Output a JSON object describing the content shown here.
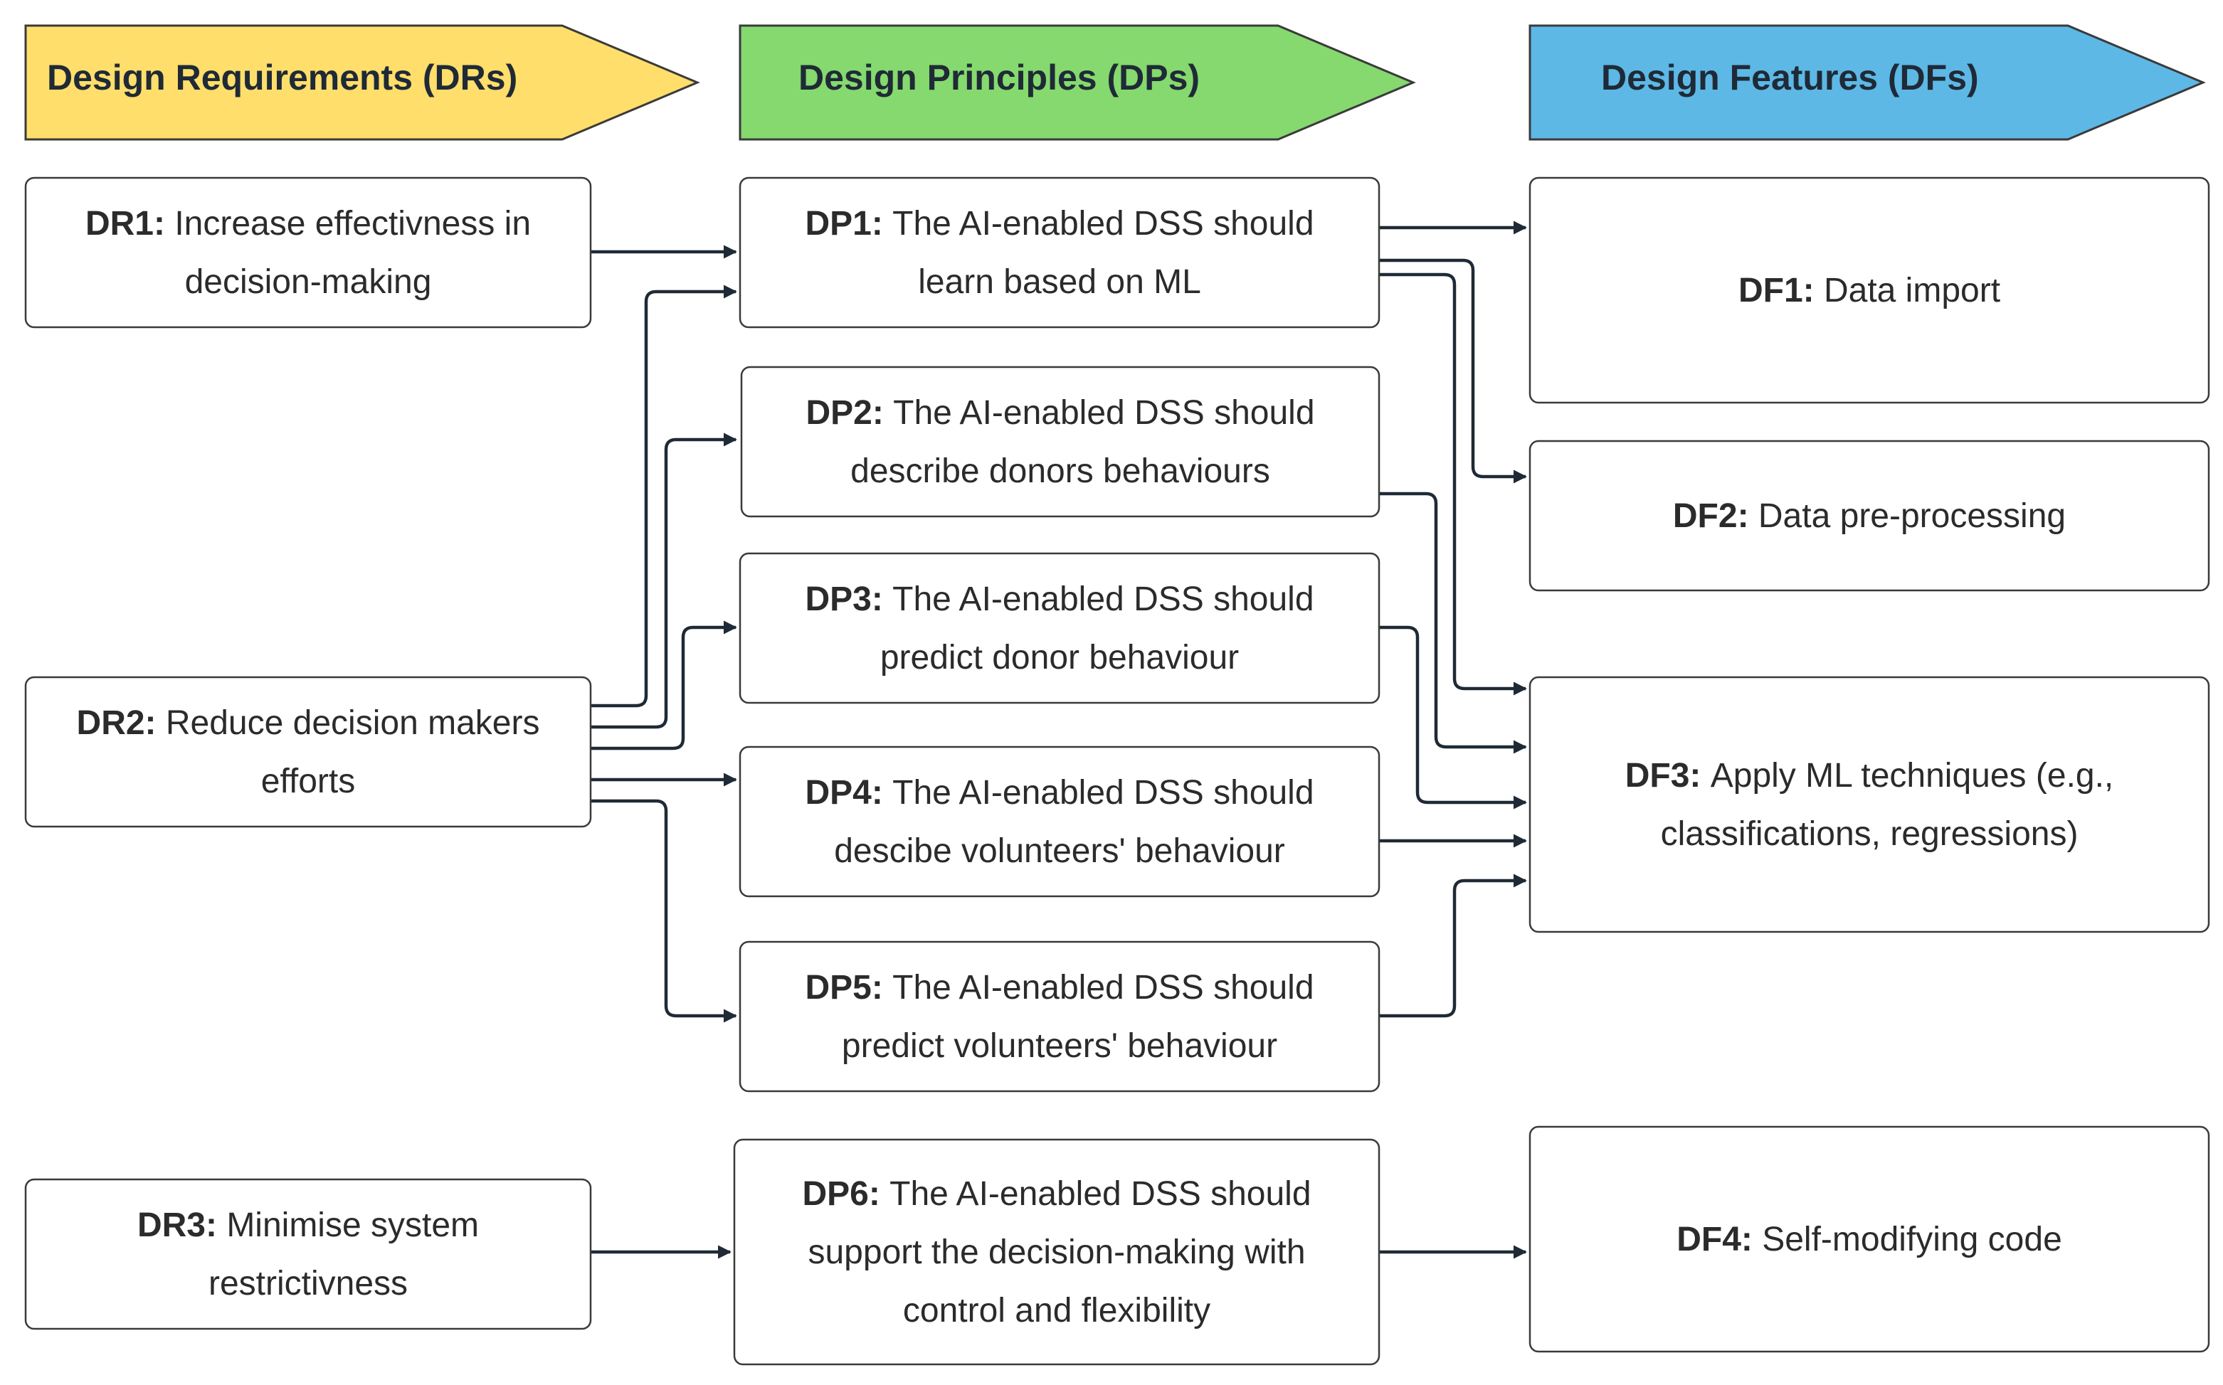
{
  "headers": {
    "drs": {
      "label": "Design Requirements (DRs)",
      "color": "#FFDE6B"
    },
    "dps": {
      "label": "Design Principles (DPs)",
      "color": "#85D96E"
    },
    "dfs": {
      "label": "Design Features (DFs)",
      "color": "#5DB8E6"
    }
  },
  "requirements": [
    {
      "id": "DR1:",
      "lines": [
        "Increase effectivness in",
        "decision-making"
      ]
    },
    {
      "id": "DR2:",
      "lines": [
        "Reduce decision makers",
        "efforts"
      ]
    },
    {
      "id": "DR3:",
      "lines": [
        "Minimise system",
        "restrictivness"
      ]
    }
  ],
  "principles": [
    {
      "id": "DP1:",
      "lines": [
        "The AI-enabled DSS should",
        "learn based on ML"
      ]
    },
    {
      "id": "DP2:",
      "lines": [
        "The AI-enabled DSS should",
        "describe donors behaviours"
      ]
    },
    {
      "id": "DP3:",
      "lines": [
        "The AI-enabled DSS should",
        "predict donor behaviour"
      ]
    },
    {
      "id": "DP4:",
      "lines": [
        "The AI-enabled DSS should",
        "descibe volunteers' behaviour"
      ]
    },
    {
      "id": "DP5:",
      "lines": [
        "The AI-enabled DSS should",
        "predict volunteers' behaviour"
      ]
    },
    {
      "id": "DP6:",
      "lines": [
        "The AI-enabled DSS should",
        "support the decision-making with",
        "control and flexibility"
      ]
    }
  ],
  "features": [
    {
      "id": "DF1:",
      "lines": [
        "Data import"
      ]
    },
    {
      "id": "DF2:",
      "lines": [
        "Data pre-processing"
      ]
    },
    {
      "id": "DF3:",
      "lines": [
        "Apply ML techniques (e.g.,",
        "classifications, regressions)"
      ]
    },
    {
      "id": "DF4:",
      "lines": [
        "Self-modifying code"
      ]
    }
  ],
  "links": [
    {
      "from": "DR1",
      "to": "DP1"
    },
    {
      "from": "DR2",
      "to": "DP1"
    },
    {
      "from": "DR2",
      "to": "DP2"
    },
    {
      "from": "DR2",
      "to": "DP3"
    },
    {
      "from": "DR2",
      "to": "DP4"
    },
    {
      "from": "DR2",
      "to": "DP5"
    },
    {
      "from": "DR3",
      "to": "DP6"
    },
    {
      "from": "DP1",
      "to": "DF1"
    },
    {
      "from": "DP1",
      "to": "DF2"
    },
    {
      "from": "DP1",
      "to": "DF3"
    },
    {
      "from": "DP2",
      "to": "DF3"
    },
    {
      "from": "DP3",
      "to": "DF3"
    },
    {
      "from": "DP4",
      "to": "DF3"
    },
    {
      "from": "DP5",
      "to": "DF3"
    },
    {
      "from": "DP6",
      "to": "DF4"
    }
  ]
}
